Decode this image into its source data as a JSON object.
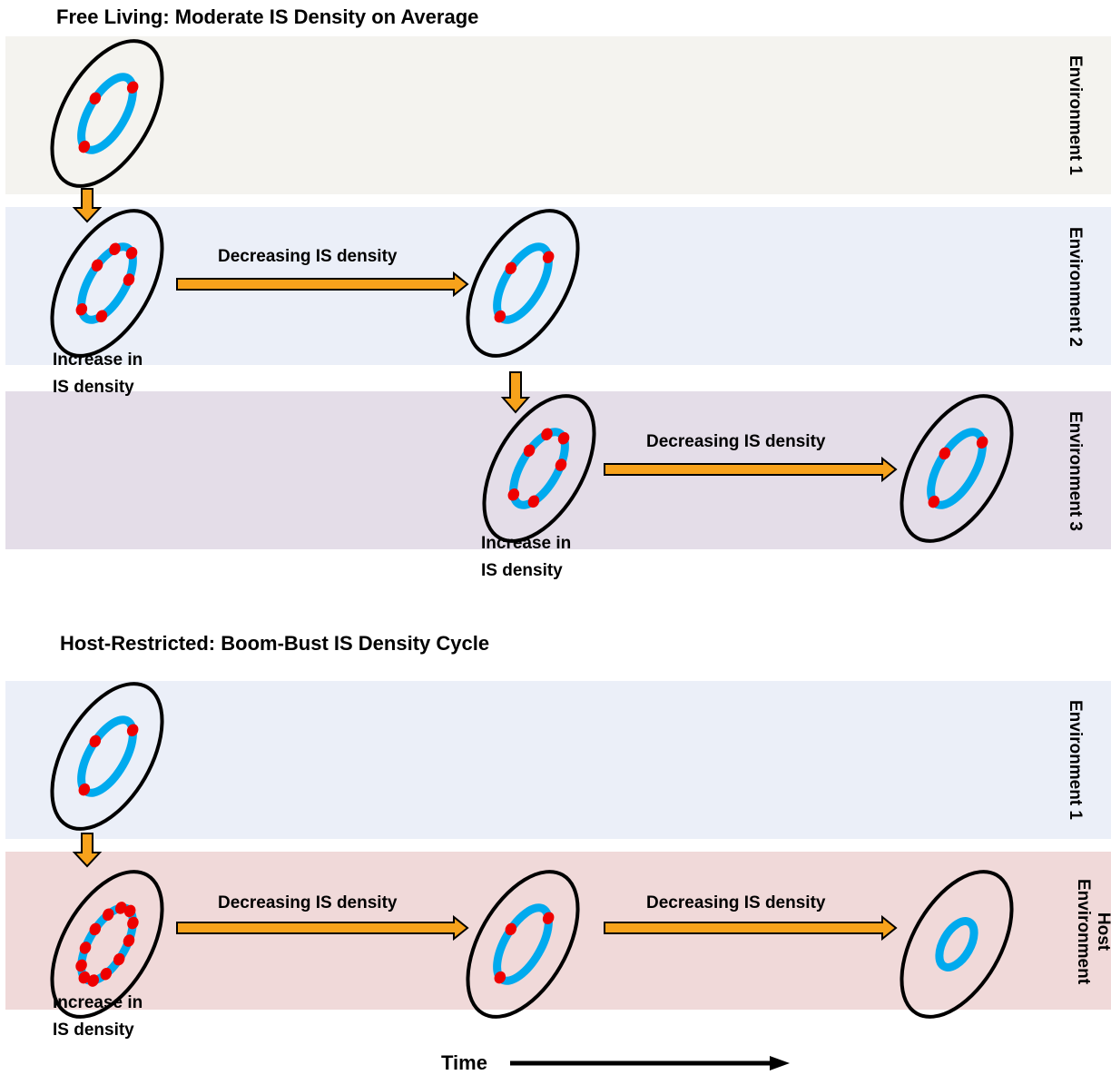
{
  "colors": {
    "env_free_1": "#f4f3ef",
    "env_2": "#ebeff8",
    "env_3": "#e4dde8",
    "env_host": "#f0d9d9",
    "arrow_fill": "#f7a21b",
    "ring": "#00aaee",
    "dot": "#ee0000",
    "outline": "#000000"
  },
  "free_living": {
    "title": "Free Living: Moderate IS Density on Average",
    "environments": [
      "Environment 1",
      "Environment 2",
      "Environment 3"
    ],
    "arrow_labels": [
      "Decreasing IS density",
      "Decreasing IS density"
    ],
    "captions": [
      "Increase in\nIS density",
      "Increase in\nIS density"
    ],
    "genome_dot_counts": [
      3,
      6,
      3,
      6,
      3
    ]
  },
  "host_restricted": {
    "title": "Host-Restricted: Boom-Bust IS Density Cycle",
    "environments": [
      "Environment 1",
      "Host\nEnvironment"
    ],
    "arrow_labels": [
      "Decreasing IS density",
      "Decreasing IS density"
    ],
    "captions": [
      "Increase in\nIS density"
    ],
    "genome_dot_counts": [
      3,
      12,
      3,
      0
    ]
  },
  "time_label": "Time"
}
